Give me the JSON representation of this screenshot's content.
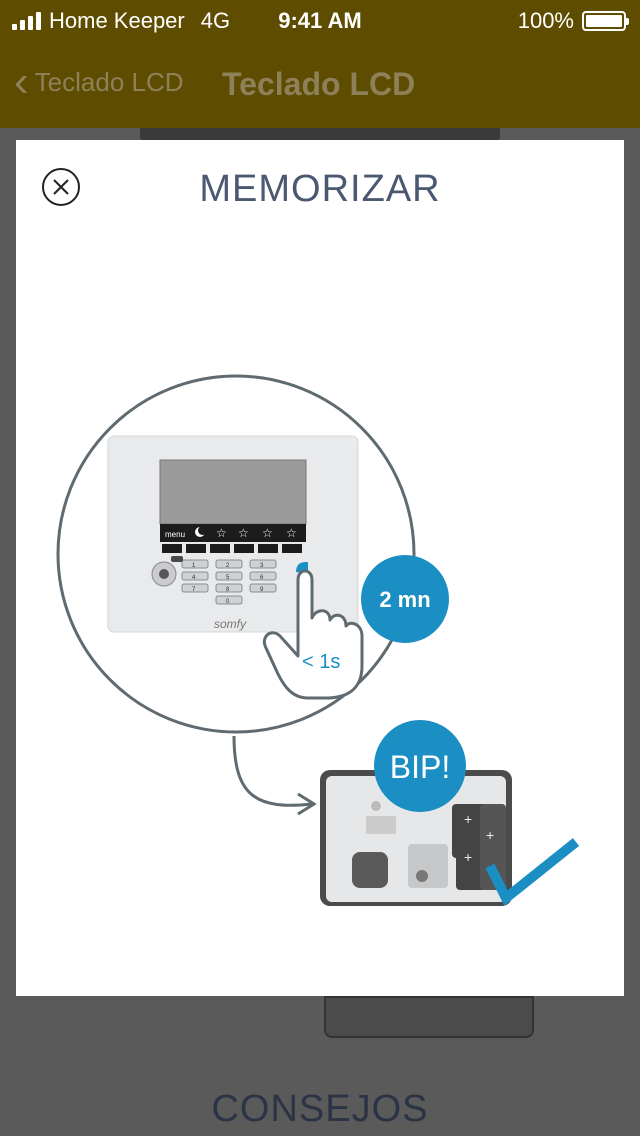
{
  "status": {
    "carrier": "Home Keeper",
    "network": "4G",
    "time": "9:41 AM",
    "battery": "100%"
  },
  "nav": {
    "back_label": "Teclado LCD",
    "title": "Teclado LCD"
  },
  "background": {
    "heading": "CONSEJOS"
  },
  "modal": {
    "title": "MEMORIZAR",
    "timer_badge": "2 mn",
    "press_label": "< 1s",
    "beep_badge": "BIP!",
    "brand": "somfy",
    "keypad_menu": "menu",
    "keys": [
      "1",
      "2",
      "3",
      "4",
      "5",
      "6",
      "7",
      "8",
      "9",
      "0"
    ]
  },
  "colors": {
    "header": "#5e4d00",
    "accent": "#1b8fc4",
    "title": "#4a5872"
  }
}
